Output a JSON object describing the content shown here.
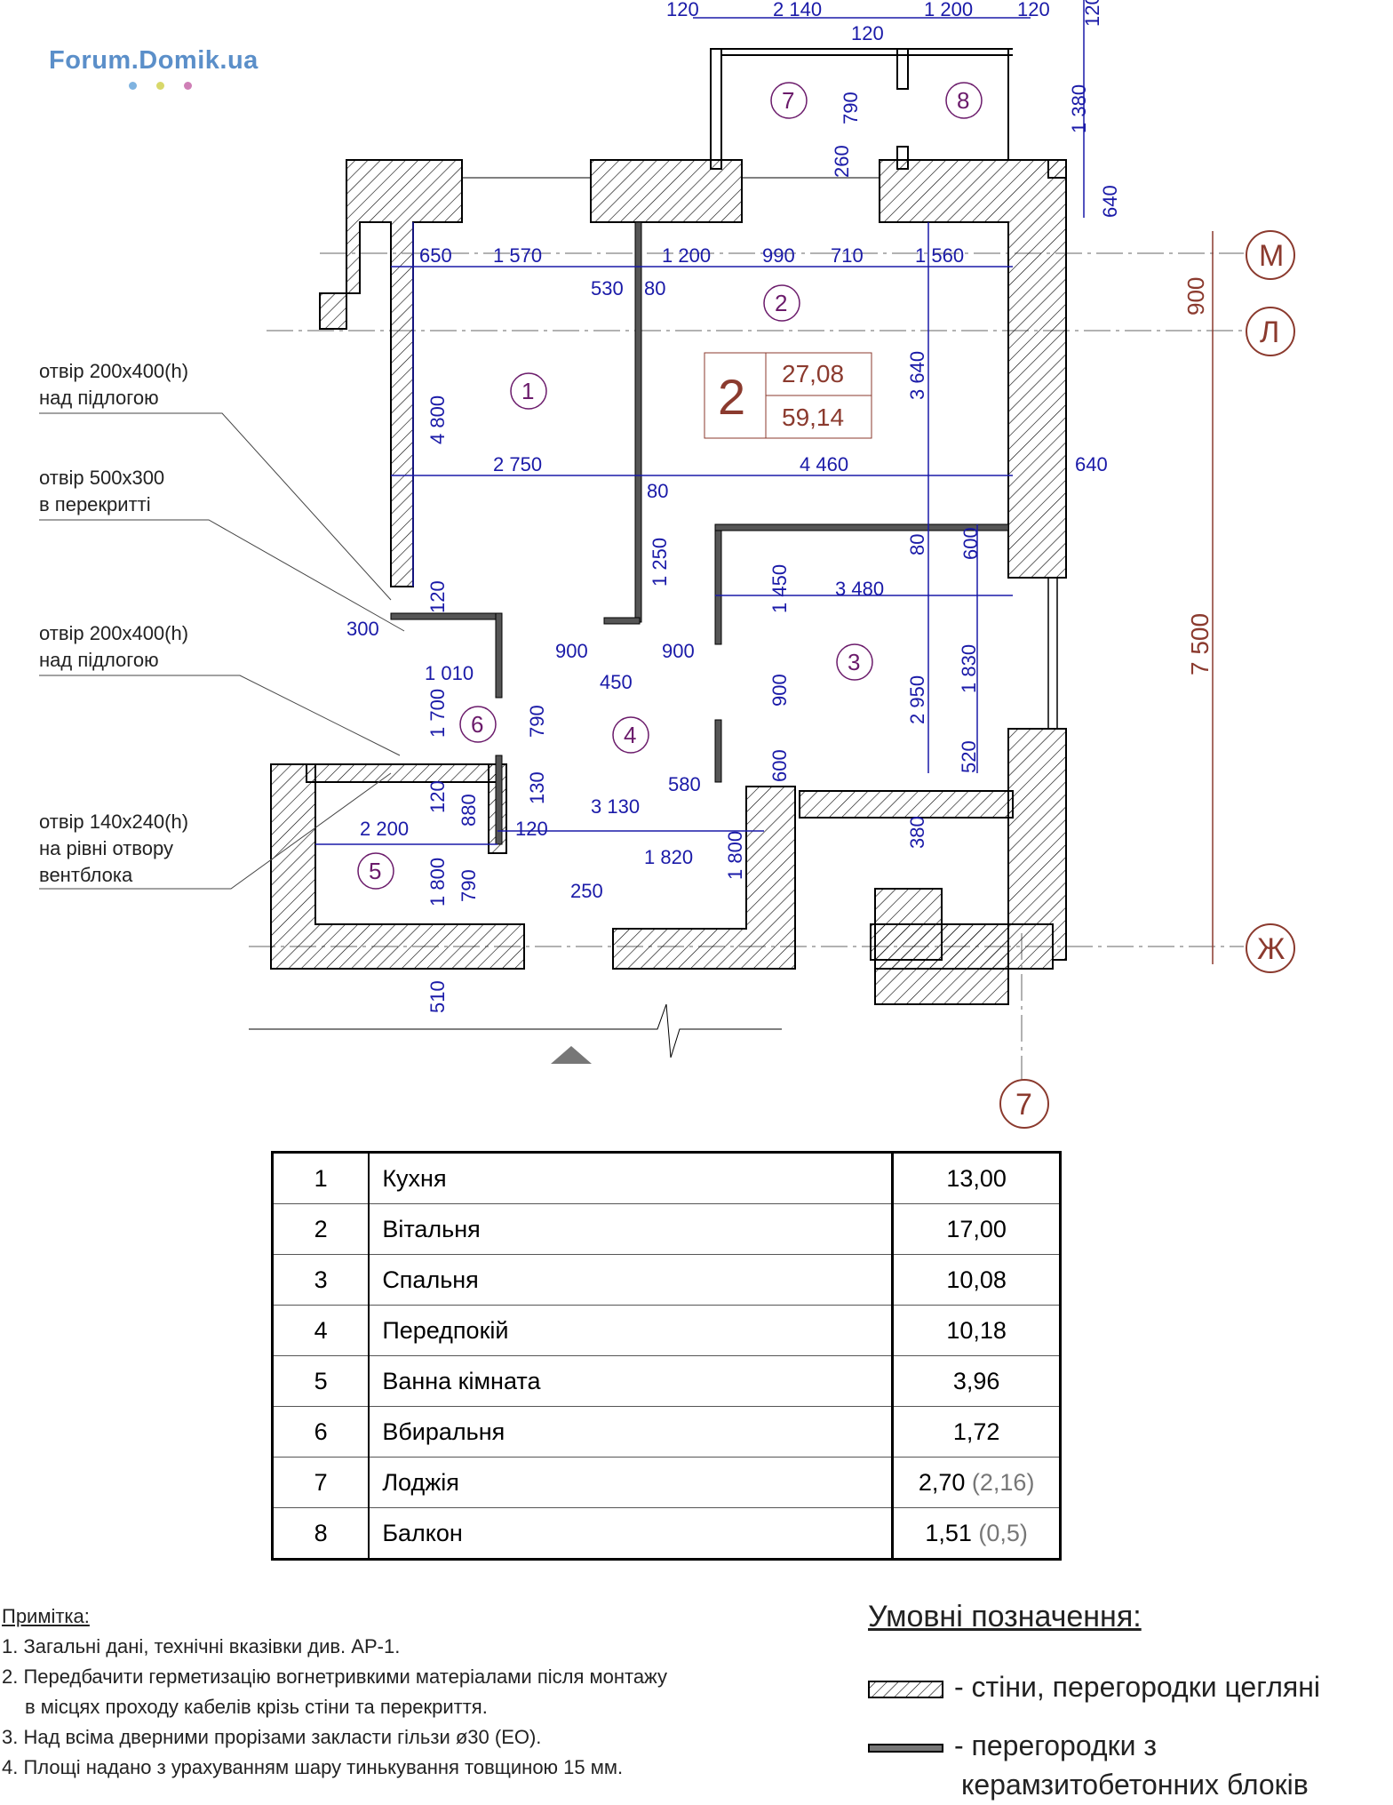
{
  "logo": "Forum.Domik.ua",
  "top_dims": [
    "120",
    "2 140",
    "120",
    "1 200",
    "120",
    "120",
    "790",
    "260",
    "1 380",
    "640"
  ],
  "inner_dims": {
    "row_m": [
      "650",
      "1 570",
      "1 200",
      "990",
      "710",
      "1 560",
      "530",
      "80"
    ],
    "row_mid": [
      "2 750",
      "4 460",
      "80",
      "640"
    ],
    "vertical": [
      "4 800",
      "3 640",
      "80",
      "600",
      "1 250",
      "1 450",
      "2 950",
      "1 830",
      "520",
      "380",
      "900",
      "600"
    ],
    "room3_width": "3 480",
    "hall": [
      "300",
      "900",
      "900",
      "450",
      "1 010",
      "1 700",
      "790",
      "130",
      "580",
      "3 130",
      "120",
      "880",
      "120",
      "1 800",
      "1 820",
      "250",
      "790",
      "1 800",
      "510",
      "2 200",
      "120"
    ],
    "right_axis": [
      "900",
      "7 500"
    ]
  },
  "axes": [
    "М",
    "Л",
    "Ж",
    "7"
  ],
  "room_labels": [
    "1",
    "2",
    "3",
    "4",
    "5",
    "6",
    "7",
    "8"
  ],
  "apartment": {
    "rooms": "2",
    "living_area": "27,08",
    "total_area": "59,14"
  },
  "callouts": [
    {
      "line1": "отвір 200x400(h)",
      "line2": "над підлогою"
    },
    {
      "line1": "отвір 500x300",
      "line2": "в перекритті"
    },
    {
      "line1": "отвір 200x400(h)",
      "line2": "над підлогою"
    },
    {
      "line1": "отвір 140x240(h)",
      "line2": "на рівні отвору",
      "line3": "вентблока"
    }
  ],
  "rooms_table": [
    {
      "no": "1",
      "name": "Кухня",
      "area": "13,00",
      "area_extra": ""
    },
    {
      "no": "2",
      "name": "Вітальня",
      "area": "17,00",
      "area_extra": ""
    },
    {
      "no": "3",
      "name": "Спальня",
      "area": "10,08",
      "area_extra": ""
    },
    {
      "no": "4",
      "name": "Передпокій",
      "area": "10,18",
      "area_extra": ""
    },
    {
      "no": "5",
      "name": "Ванна кімната",
      "area": "3,96",
      "area_extra": ""
    },
    {
      "no": "6",
      "name": "Вбиральня",
      "area": "1,72",
      "area_extra": ""
    },
    {
      "no": "7",
      "name": "Лоджія",
      "area": "2,70",
      "area_extra": "(2,16)"
    },
    {
      "no": "8",
      "name": "Балкон",
      "area": "1,51",
      "area_extra": "(0,5)"
    }
  ],
  "notes": {
    "title": "Примітка:",
    "items": [
      "1. Загальні дані, технічні вказівки див. АР-1.",
      "2. Передбачити герметизацію вогнетривкими матеріалами після монтажу",
      "в місцях проходу кабелів крізь стіни та перекриття.",
      "3. Над всіма дверними прорізами закласти гільзи ø30 (ЕО).",
      "4. Площі надано з урахуванням шару тинькування товщиною 15 мм."
    ]
  },
  "legend": {
    "title": "Умовні позначення:",
    "brick": "- стіни, перегородки цегляні",
    "block_line1": "- перегородки з",
    "block_line2": "керамзитобетонних блоків"
  },
  "colors": {
    "dimension": "#1a1aa8",
    "room_number": "#6b1b6b",
    "axis": "#8b3a2e",
    "hatch": "#000000"
  }
}
